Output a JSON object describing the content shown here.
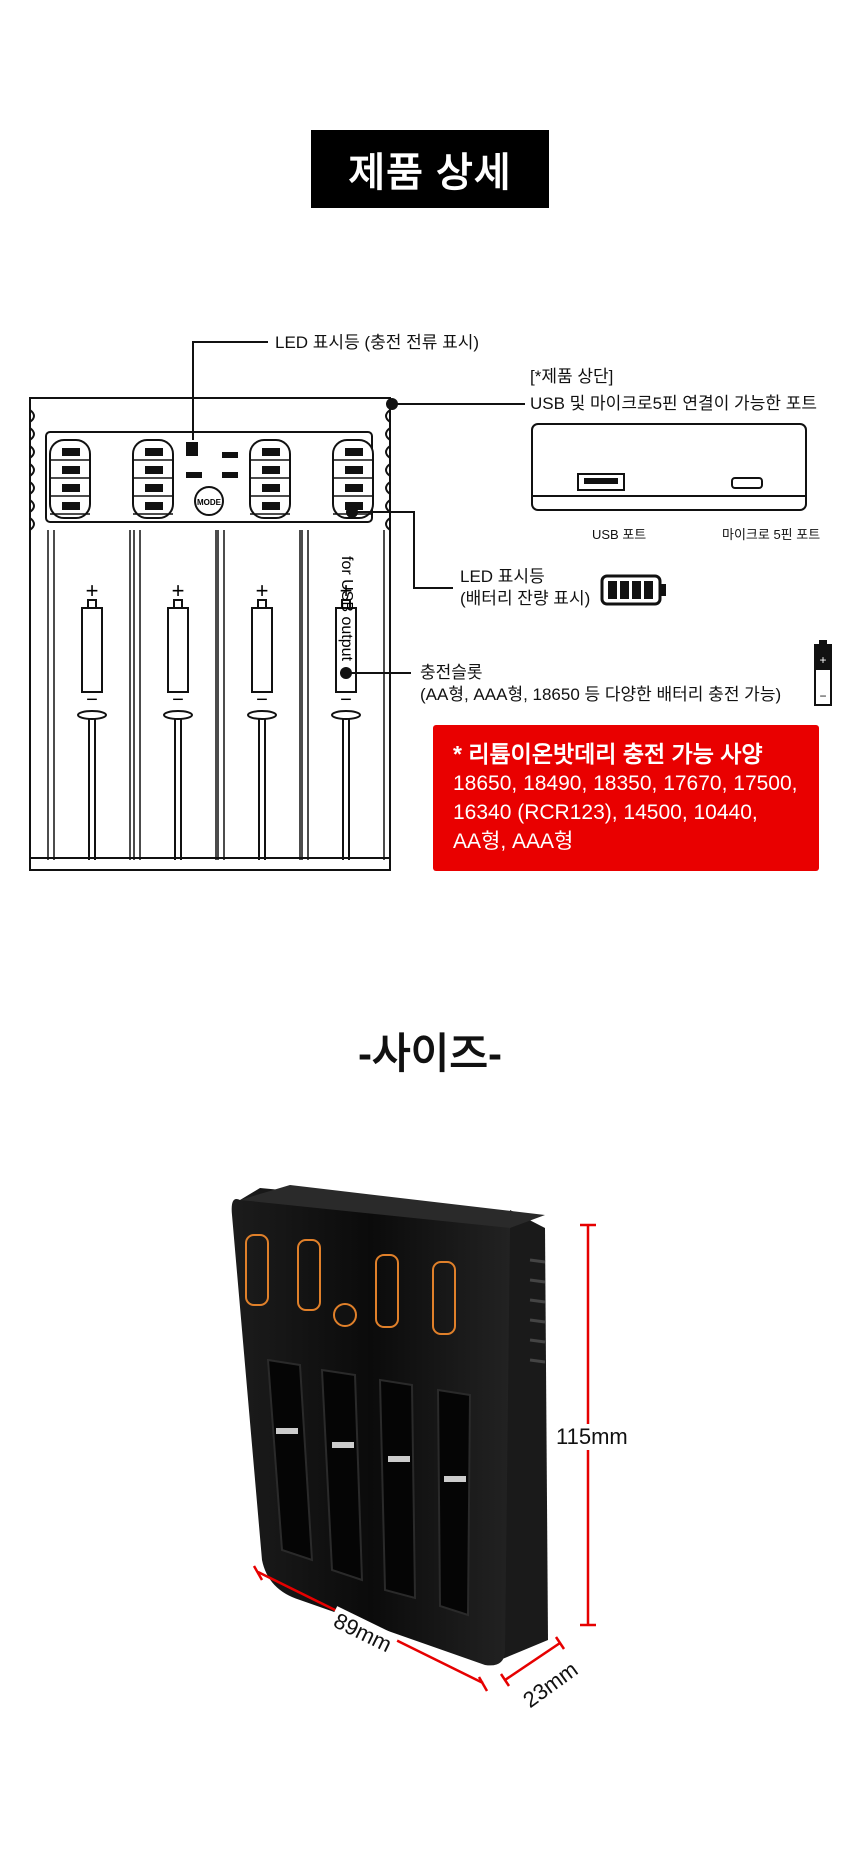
{
  "header": {
    "title": "제품 상세"
  },
  "diagram": {
    "led_current_label": "LED 표시등 (충전 전류 표시)",
    "top_label_line1": "[*제품 상단]",
    "top_label_line2": "USB 및 마이크로5핀 연결이 가능한 포트",
    "usb_port_label": "USB 포트",
    "micro_port_label": "마이크로 5핀 포트",
    "led_battery_line1": "LED 표시등",
    "led_battery_line2": "(배터리 잔량 표시)",
    "slot_line1": "충전슬롯",
    "slot_line2": "(AA형, AAA형, 18650 등 다양한 배터리 충전 가능)",
    "mode_button_text": "MODE",
    "usb_output_text": "for USB output",
    "plus_sign": "+",
    "minus_sign": "−"
  },
  "spec_box": {
    "heading": "* 리튬이온밧데리 충전 가능 사양",
    "line1": "18650, 18490, 18350, 17670, 17500,",
    "line2": "16340 (RCR123), 14500, 10440,",
    "line3": "AA형, AAA형",
    "bg_color": "#e90000"
  },
  "size_section": {
    "title": "-사이즈-",
    "height_label": "115mm",
    "width_label": "89mm",
    "depth_label": "23mm",
    "dimension_color": "#e60000"
  }
}
